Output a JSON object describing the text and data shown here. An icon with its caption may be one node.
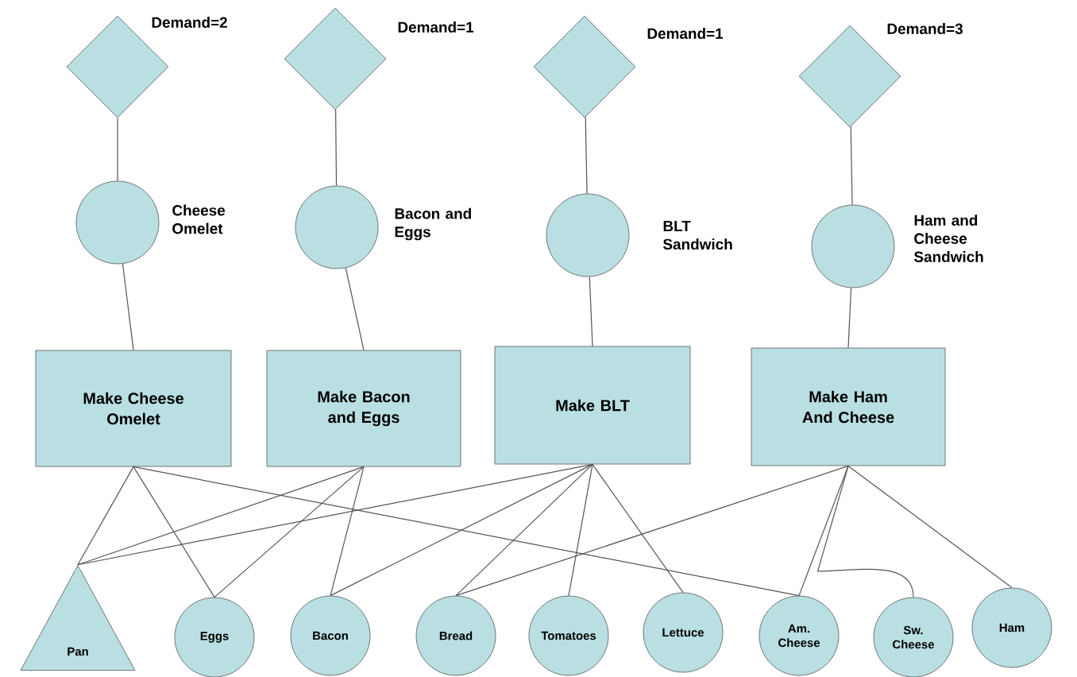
{
  "diagram": {
    "nodes": [
      {
        "text": [],
        "shape": "diamond",
        "beside": [
          "Demand=2"
        ]
      },
      {
        "text": [],
        "shape": "diamond",
        "beside": [
          "Demand=1"
        ]
      },
      {
        "text": [],
        "shape": "diamond",
        "beside": [
          "Demand=1"
        ]
      },
      {
        "text": [],
        "shape": "diamond",
        "beside": [
          "Demand=3"
        ]
      },
      {
        "text": [],
        "shape": "circle",
        "beside": [
          "Cheese Omelet"
        ]
      },
      {
        "text": [],
        "shape": "circle",
        "beside": [
          "Bacon and Eggs"
        ]
      },
      {
        "text": [],
        "shape": "circle",
        "beside": [
          "BLT Sandwich"
        ]
      },
      {
        "text": [],
        "shape": "circle",
        "beside": [
          "Ham and Cheese Sandwich"
        ]
      },
      {
        "text": [
          "Make Cheese Omelet"
        ]
      },
      {
        "text": [
          "Make Bacon and Eggs"
        ]
      },
      {
        "text": [
          "Make BLT"
        ]
      },
      {
        "text": [
          "Make Ham And Cheese"
        ]
      },
      {
        "text": [
          "Pan"
        ]
      },
      {
        "text": [
          "Eggs"
        ]
      },
      {
        "text": [
          "Bacon"
        ]
      },
      {
        "text": [
          "Bread"
        ]
      },
      {
        "text": [
          "Tomatoes"
        ]
      },
      {
        "text": [
          "Lettuce"
        ]
      },
      {
        "text": [
          "Am. Cheese"
        ]
      },
      {
        "text": [
          "Sw. Cheese"
        ]
      },
      {
        "text": [
          "Ham"
        ]
      }
    ],
    "edges": [
      {
        "from": 0,
        "to": 4,
        "arrow": "none"
      },
      {
        "from": 1,
        "to": 5,
        "arrow": "none"
      },
      {
        "from": 2,
        "to": 6,
        "arrow": "none"
      },
      {
        "from": 3,
        "to": 7,
        "arrow": "none"
      },
      {
        "from": 4,
        "to": 8,
        "arrow": "none"
      },
      {
        "from": 5,
        "to": 9,
        "arrow": "none"
      },
      {
        "from": 6,
        "to": 10,
        "arrow": "none"
      },
      {
        "from": 7,
        "to": 11,
        "arrow": "none"
      },
      {
        "from": 8,
        "to": 12,
        "arrow": "none"
      },
      {
        "from": 8,
        "to": 13,
        "arrow": "none"
      },
      {
        "from": 8,
        "to": 18,
        "arrow": "none"
      },
      {
        "from": 9,
        "to": 12,
        "arrow": "none"
      },
      {
        "from": 9,
        "to": 13,
        "arrow": "none"
      },
      {
        "from": 9,
        "to": 14,
        "arrow": "none"
      },
      {
        "from": 10,
        "to": 12,
        "arrow": "none"
      },
      {
        "from": 10,
        "to": 14,
        "arrow": "none"
      },
      {
        "from": 10,
        "to": 15,
        "arrow": "none"
      },
      {
        "from": 10,
        "to": 16,
        "arrow": "none"
      },
      {
        "from": 10,
        "to": 17,
        "arrow": "none"
      },
      {
        "from": 11,
        "to": 15,
        "arrow": "none"
      },
      {
        "from": 11,
        "to": 18,
        "arrow": "none"
      },
      {
        "from": 11,
        "to": 19,
        "arrow": "none"
      },
      {
        "from": 11,
        "to": 20,
        "arrow": "none"
      }
    ]
  }
}
